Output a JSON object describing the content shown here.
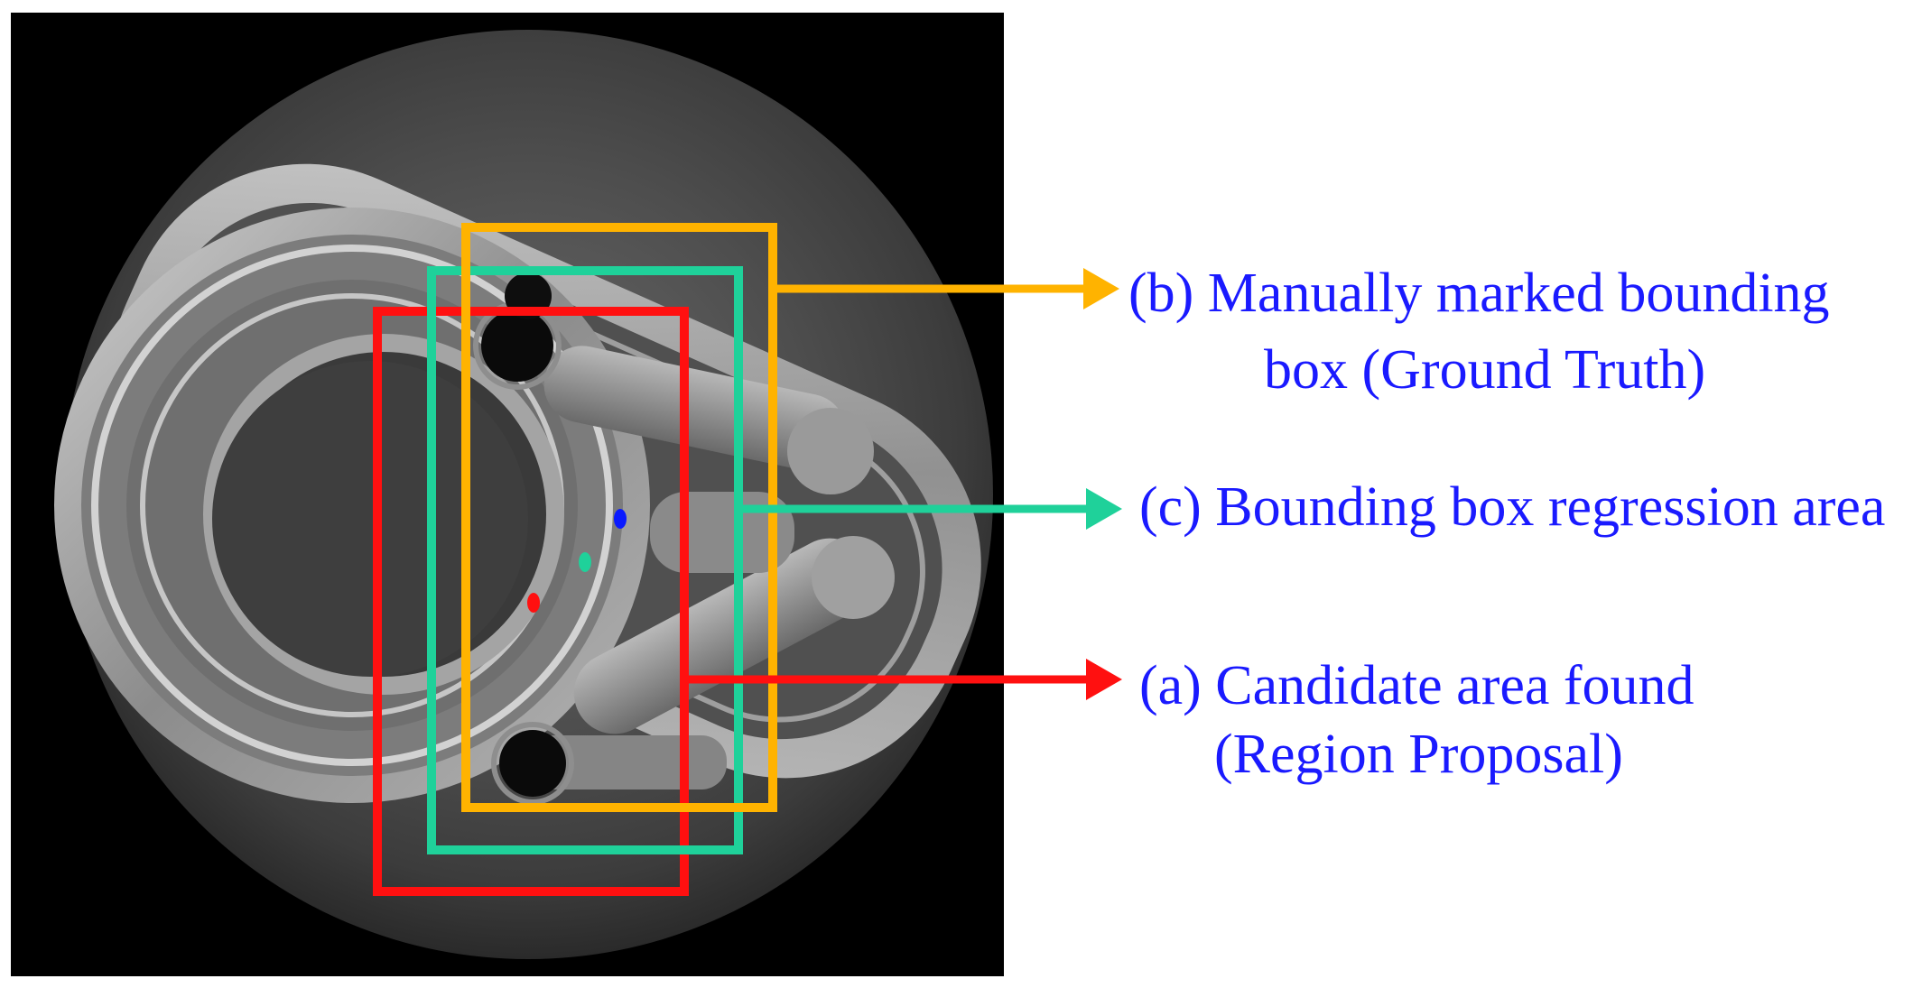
{
  "annotations": [
    {
      "id": "b",
      "line1": "(b) Manually marked bounding",
      "line2": "box (Ground Truth)",
      "color": "#ffb300"
    },
    {
      "id": "c",
      "line1": "(c) Bounding box regression area",
      "line2": "",
      "color": "#1fd19a"
    },
    {
      "id": "a",
      "line1": "(a) Candidate area found",
      "line2": "(Region Proposal)",
      "color": "#ff1010"
    }
  ],
  "center_points": {
    "ground_truth": "#0a1aff",
    "regression": "#1fd19a",
    "proposal": "#ff1010"
  },
  "text_color": "#1a1aff"
}
